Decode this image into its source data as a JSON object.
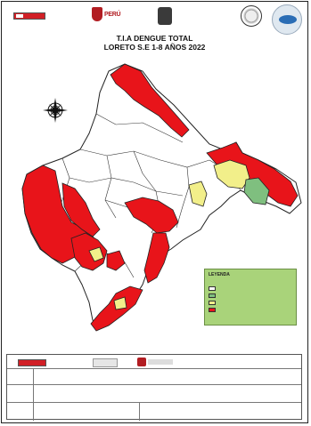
{
  "title": {
    "line1": "T.I.A DENGUE TOTAL",
    "line2": "LORETO S.E 1-8 AÑOS 2022"
  },
  "header": {
    "minsa_text": "PERÚ"
  },
  "legend": {
    "title": "LEYENDA",
    "items": [
      {
        "color": "#ffffff"
      },
      {
        "color": "#7fbf7f"
      },
      {
        "color": "#f2ef8a"
      },
      {
        "color": "#e8141a"
      }
    ]
  },
  "colors": {
    "high": "#e8141a",
    "medium": "#f2ef8a",
    "low": "#7fbf7f",
    "none": "#ffffff",
    "border": "#333333",
    "legend_bg": "#a9d37a"
  }
}
